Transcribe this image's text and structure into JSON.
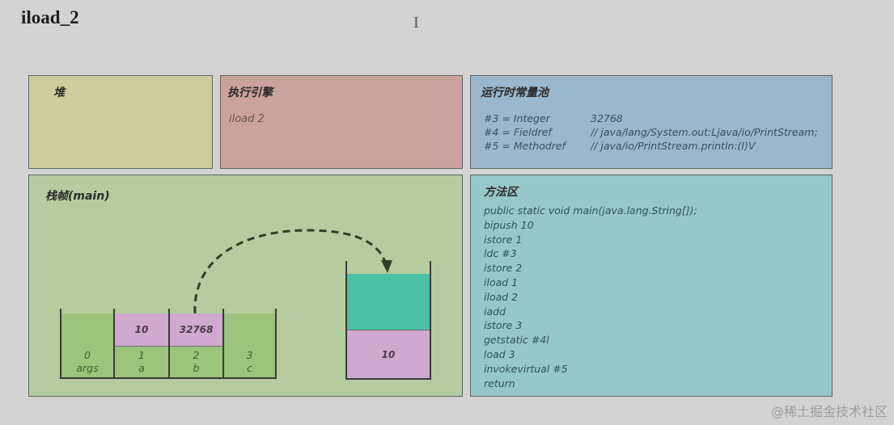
{
  "title": "iload_2",
  "cursor_glyph": "I",
  "heap": {
    "title": "堆"
  },
  "execution_engine": {
    "title": "执行引擎",
    "current_instruction": "iload 2"
  },
  "constant_pool": {
    "title": "运行时常量池",
    "entries": [
      {
        "key": "#3 = Integer",
        "value": "32768"
      },
      {
        "key": "#4 = Fieldref",
        "value": "// java/lang/System.out:Ljava/io/PrintStream;"
      },
      {
        "key": "#5 = Methodref",
        "value": "// java/io/PrintStream.println:(I)V"
      }
    ]
  },
  "stack_frame": {
    "title": "栈帧(main)",
    "local_variables": [
      {
        "index": "0",
        "name": "args",
        "value": ""
      },
      {
        "index": "1",
        "name": "a",
        "value": "10"
      },
      {
        "index": "2",
        "name": "b",
        "value": "32768"
      },
      {
        "index": "3",
        "name": "c",
        "value": ""
      }
    ],
    "operand_stack": [
      {
        "value": ""
      },
      {
        "value": "10"
      }
    ]
  },
  "method_area": {
    "title": "方法区",
    "lines": [
      "public static void main(java.lang.String[]);",
      "bipush 10",
      "istore 1",
      "ldc #3",
      "istore 2",
      "iload 1",
      "iload 2",
      "iadd",
      "istore 3",
      "getstatic #4l",
      "load 3",
      "invokevirtual #5",
      "return"
    ]
  },
  "watermark": "@稀土掘金技术社区",
  "colors": {
    "heap": "#cdcd9d",
    "execution_engine": "#cba39d",
    "constant_pool": "#9ab7cd",
    "stack_frame": "#b5cca0",
    "method_area": "#96c7cb",
    "local_slot": "#9cc47c",
    "value_cell": "#cfa9cf",
    "operand_top": "#4cbfa4"
  }
}
